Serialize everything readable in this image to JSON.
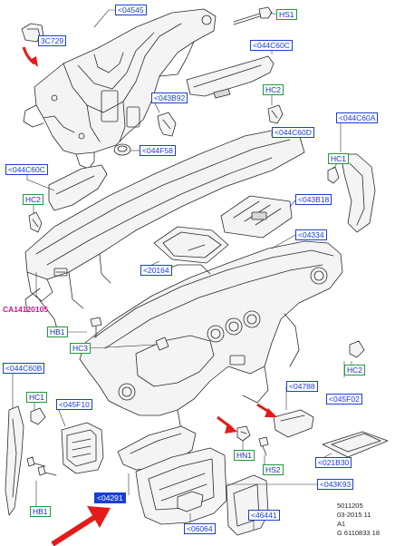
{
  "callouts": {
    "c04545": "<04545",
    "chs1": "HS1",
    "c3c729": "3C729",
    "c044c60c_top": "<044C60C",
    "chc2_top": "HC2",
    "c043b92": "<043B92",
    "c044f58": "<044F58",
    "c044c60d": "<044C60D",
    "c044c60a": "<044C60A",
    "chc1_right": "HC1",
    "c044c60c_left": "<044C60C",
    "chc2_left": "HC2",
    "c043b18": "<043B18",
    "c04334": "<04334",
    "c20164": "<20164",
    "chb1_mid": "HB1",
    "chc3": "HC3",
    "c044c60b": "<044C60B",
    "chc1_left": "HC1",
    "c045f10": "<045F10",
    "chc2_right": "HC2",
    "c04788": "<04788",
    "c045f02": "<045F02",
    "chn1": "HN1",
    "chs2": "HS2",
    "c021b30": "<021B30",
    "c04291": "<04291",
    "c043k93": "<043K93",
    "chb1_bot": "HB1",
    "c06064": "<06064",
    "c46441": "<46441"
  },
  "reference_code": "CA14120105",
  "footer": {
    "line1": "5011205",
    "line2": "03-2015 11",
    "line3": "A1",
    "line4": "G 6110833 18"
  },
  "colors": {
    "callout_blue": "#1a3fd1",
    "callout_green_border": "#1d9a3a",
    "magenta": "#d4148c",
    "arrow_red": "#e41b1b"
  },
  "icons": {
    "red_arrows": "arrow-icon"
  }
}
